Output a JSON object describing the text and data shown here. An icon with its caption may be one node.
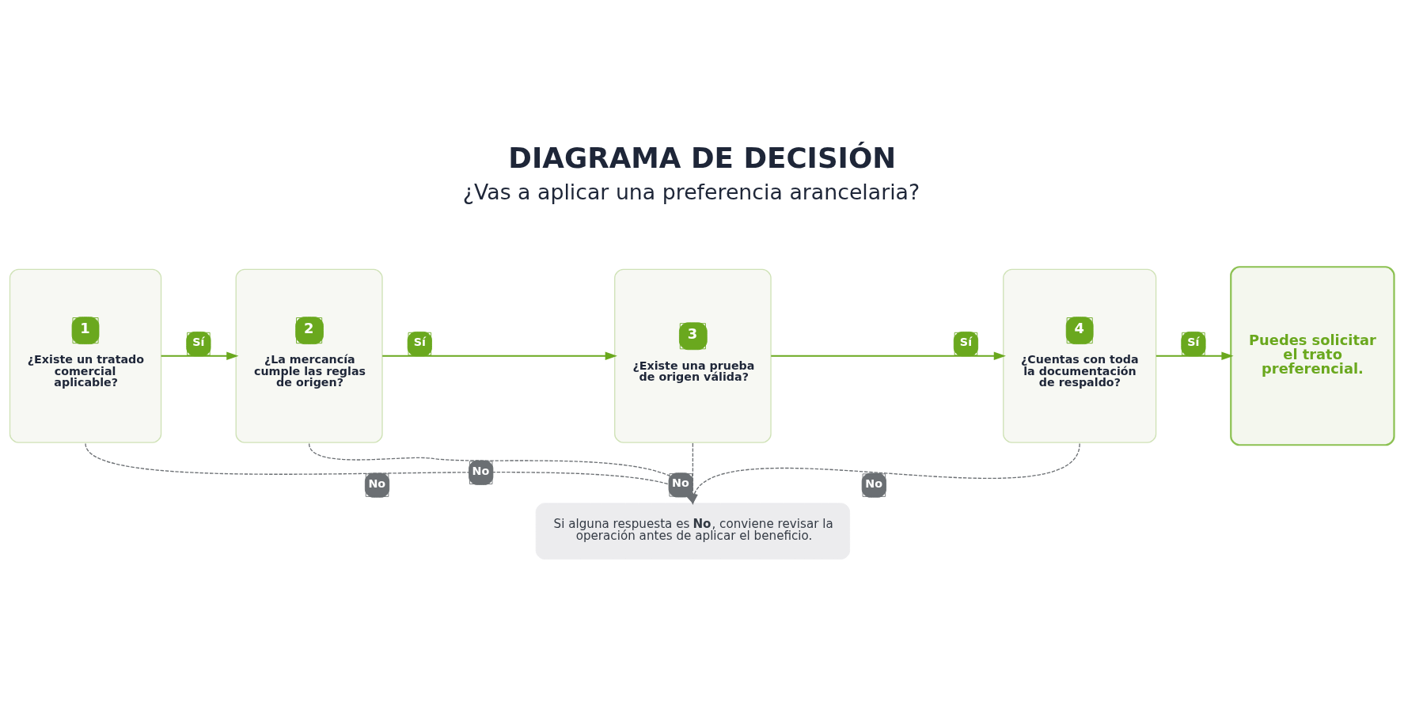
{
  "diagram": {
    "title": "DIAGRAMA DE DECISIÓN",
    "nodes": [
      {
        "text": [
          "1",
          "¿Existe un tratado comercial aplicable?"
        ]
      },
      {
        "text": [
          "2",
          "¿La mercancía cumple las reglas de origen?"
        ]
      },
      {
        "text": [
          "3",
          "¿Existe una prueba de origen válida?"
        ]
      },
      {
        "text": [
          "4",
          "¿Cuentas con toda la documentación de respaldo?"
        ]
      },
      {
        "text": [
          "Puedes solicitar el trato preferencial."
        ]
      },
      {
        "text": [
          "Si alguna respuesta es **No**, conviene revisar la operación antes de aplicar el beneficio."
        ]
      }
    ],
    "edges": [
      {
        "from": 0,
        "to": 1,
        "arrow": "to",
        "label": "Sí"
      },
      {
        "from": 1,
        "to": 2,
        "arrow": "to",
        "label": "Sí"
      },
      {
        "from": 2,
        "to": 3,
        "arrow": "to",
        "label": "Sí"
      },
      {
        "from": 3,
        "to": 4,
        "arrow": "to",
        "label": "Sí"
      },
      {
        "from": 0,
        "to": 5,
        "arrow": "to",
        "label": "No",
        "style": "dashed",
        "color": "#6b6f73"
      },
      {
        "from": 1,
        "to": 5,
        "arrow": "to",
        "label": "No",
        "style": "dashed",
        "color": "#6b6f73"
      },
      {
        "from": 2,
        "to": 5,
        "arrow": "to",
        "label": "No",
        "style": "dashed",
        "color": "#6b6f73"
      },
      {
        "from": 3,
        "to": 5,
        "arrow": "to",
        "label": "No",
        "style": "dashed",
        "color": "#6b6f73"
      }
    ],
    "labels": [
      "¿Vas a aplicar una preferencia arancelaria?"
    ]
  }
}
